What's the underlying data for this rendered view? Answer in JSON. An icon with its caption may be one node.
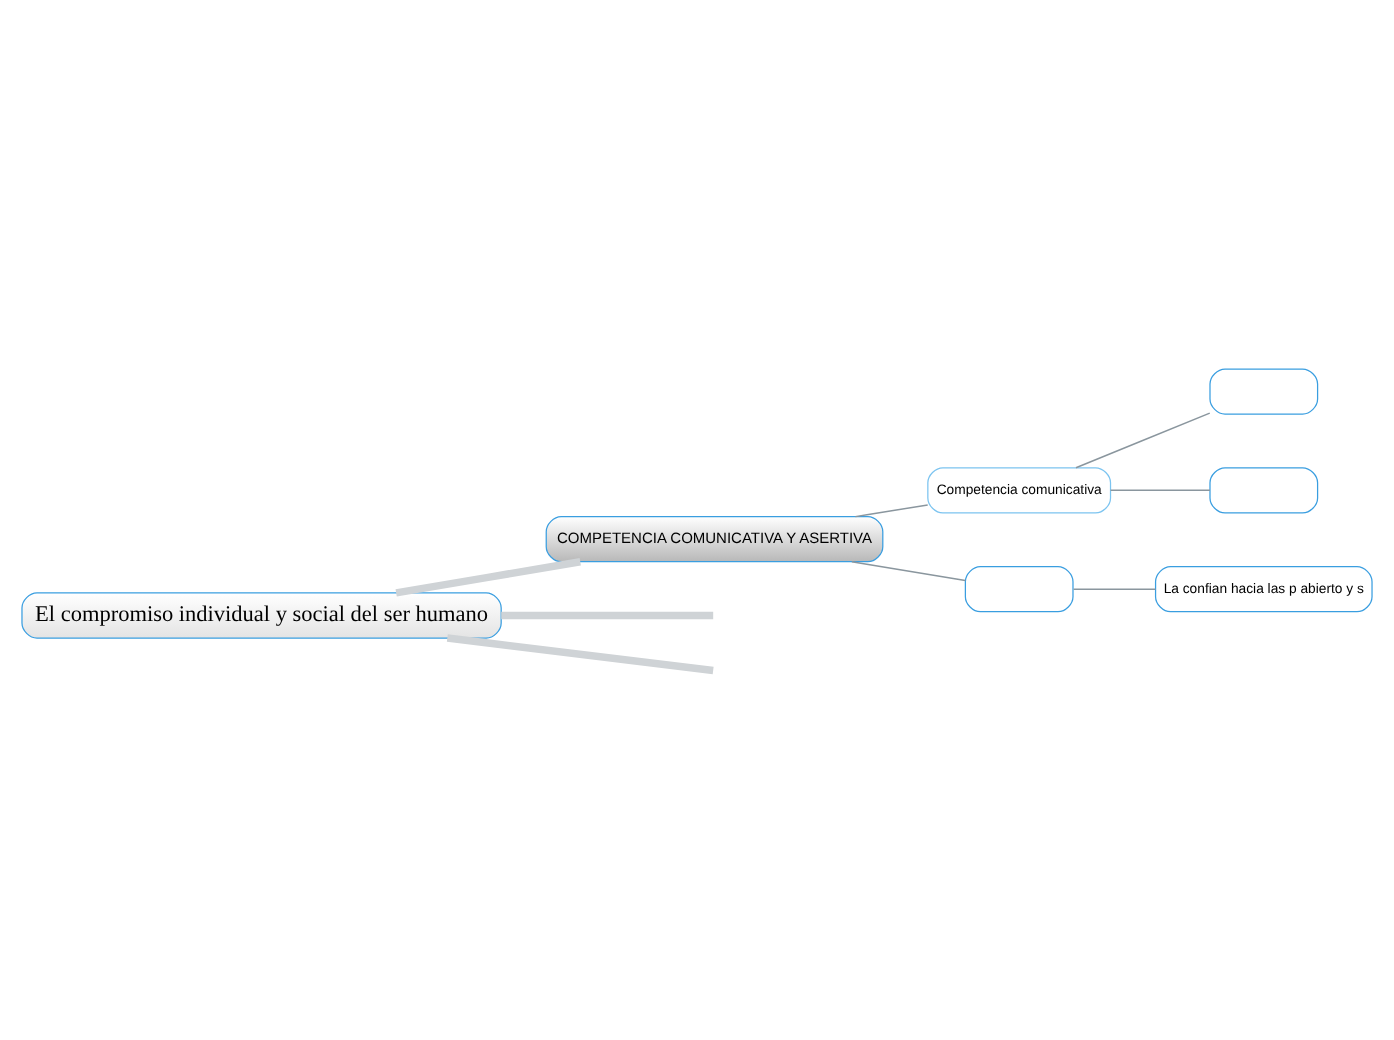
{
  "diagram": {
    "nodes": [
      {
        "text": [
          "El compromiso individual y social del ser humano"
        ]
      },
      {
        "text": [
          "COMPETENCIA COMUNICATIVA Y ASERTIVA"
        ]
      },
      {
        "text": [
          "Competencia comunicativa"
        ]
      },
      {
        "text": [],
        "shape": "box"
      },
      {
        "text": [],
        "shape": "box"
      },
      {
        "text": [],
        "shape": "box"
      },
      {
        "text": [
          "La confian hacia las p abierto y s"
        ]
      }
    ],
    "edges": [
      {
        "from": 0,
        "to": null,
        "arrow": "none",
        "style": "thick",
        "color": "#cfd3d6"
      },
      {
        "from": 0,
        "to": 1,
        "arrow": "none",
        "style": "thick",
        "color": "#cfd3d6"
      },
      {
        "from": 0,
        "to": null,
        "arrow": "none",
        "style": "thick",
        "color": "#cfd3d6"
      },
      {
        "from": 1,
        "to": 2,
        "arrow": "none"
      },
      {
        "from": 2,
        "to": 3,
        "arrow": "none"
      },
      {
        "from": 2,
        "to": 4,
        "arrow": "none"
      },
      {
        "from": 1,
        "to": 5,
        "arrow": "none"
      },
      {
        "from": 5,
        "to": 6,
        "arrow": "none"
      }
    ]
  }
}
